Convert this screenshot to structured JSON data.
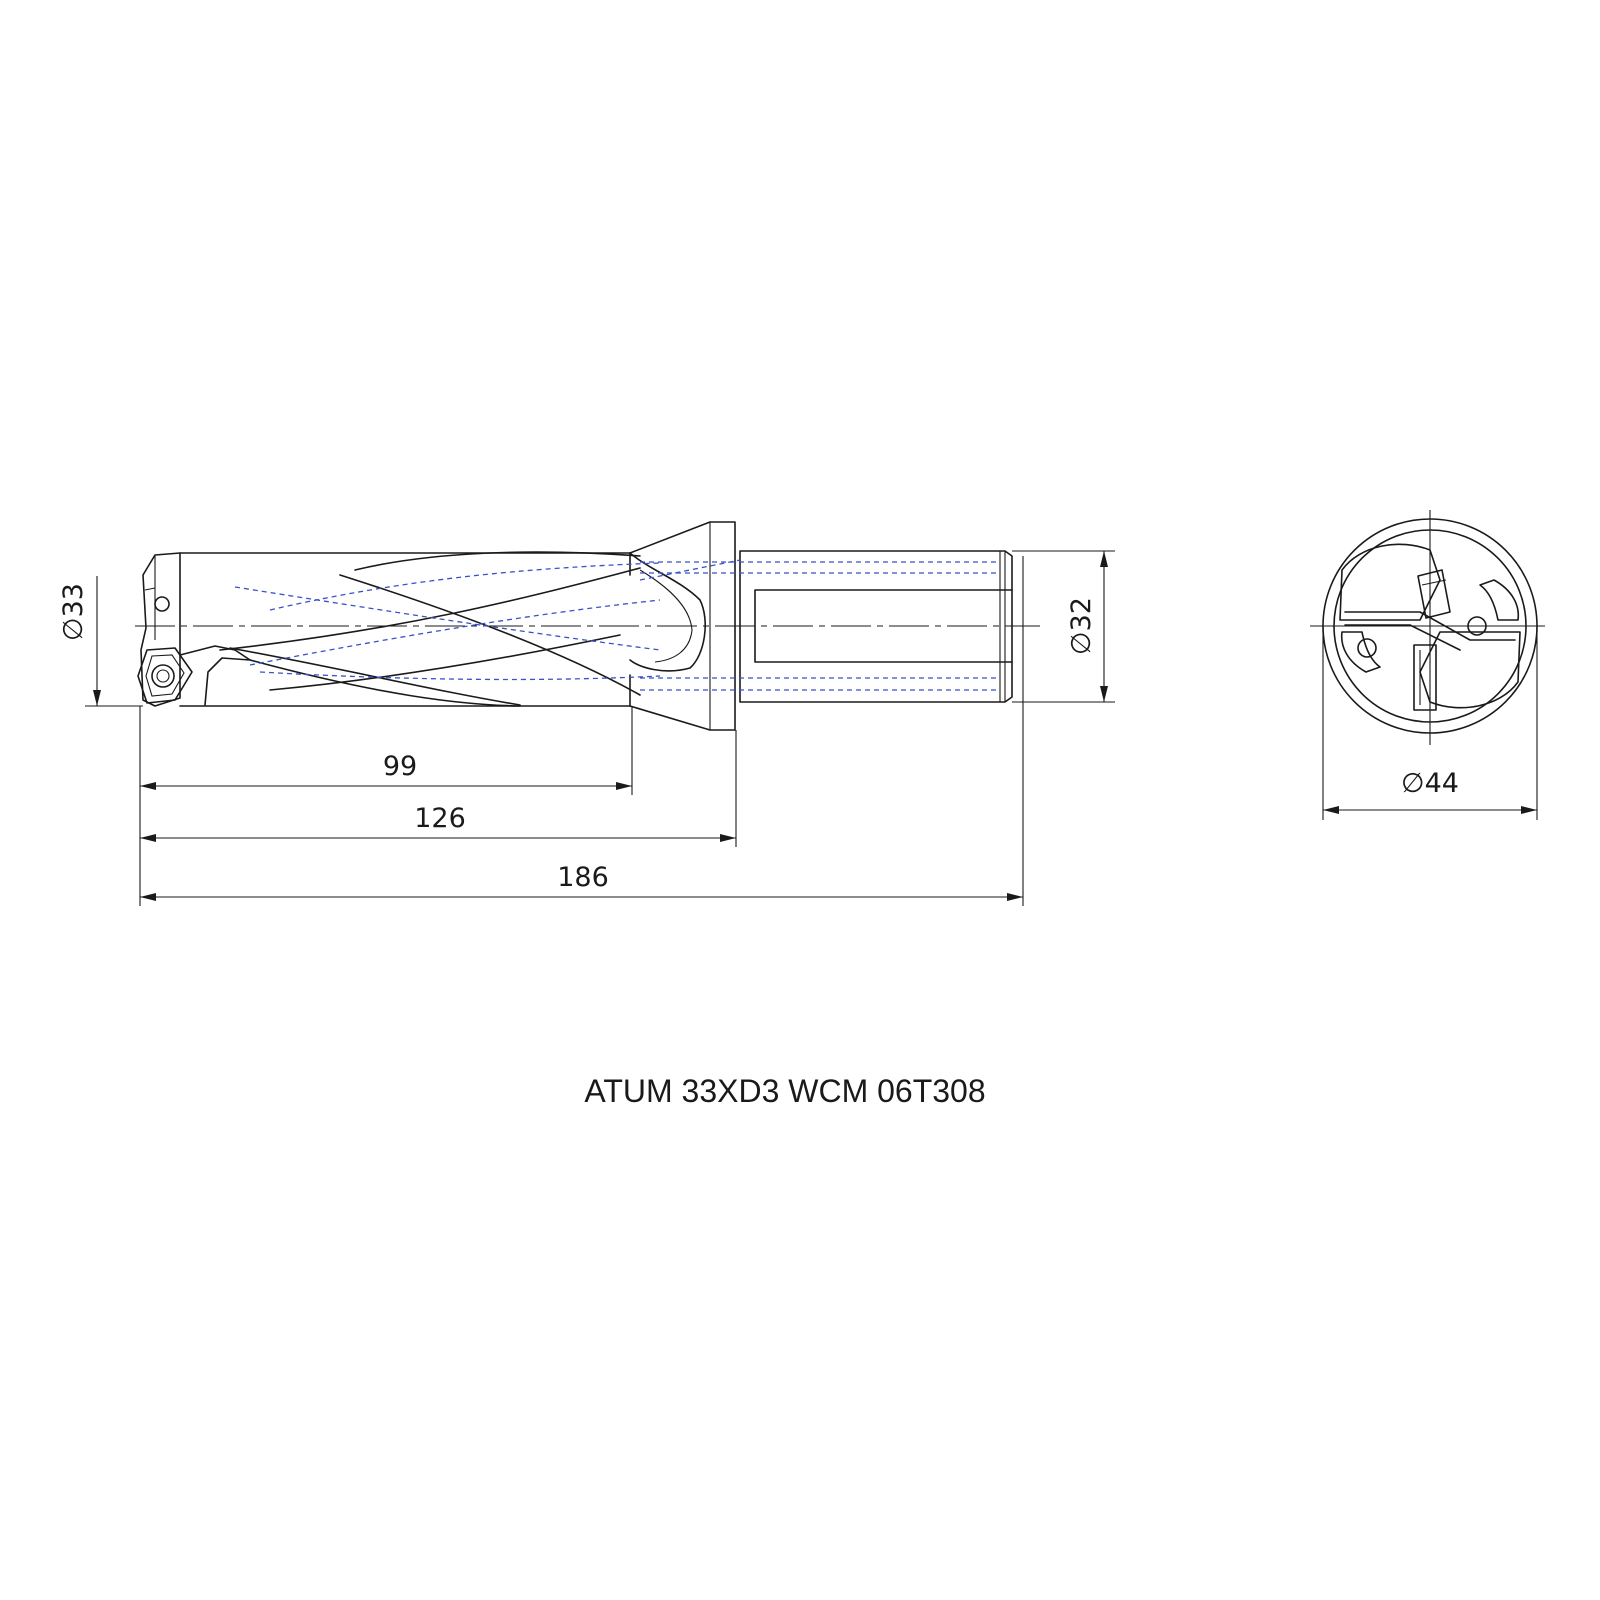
{
  "drawing": {
    "title": "ATUM 33XD3 WCM 06T308",
    "dimensions": {
      "d_cut": "∅33",
      "d_shank": "∅32",
      "d_flange": "∅44",
      "l_flute": "99",
      "l_body": "126",
      "l_total": "186"
    },
    "colors": {
      "outline": "#1a1a1a",
      "hidden_lines": "#3a52c8"
    }
  }
}
